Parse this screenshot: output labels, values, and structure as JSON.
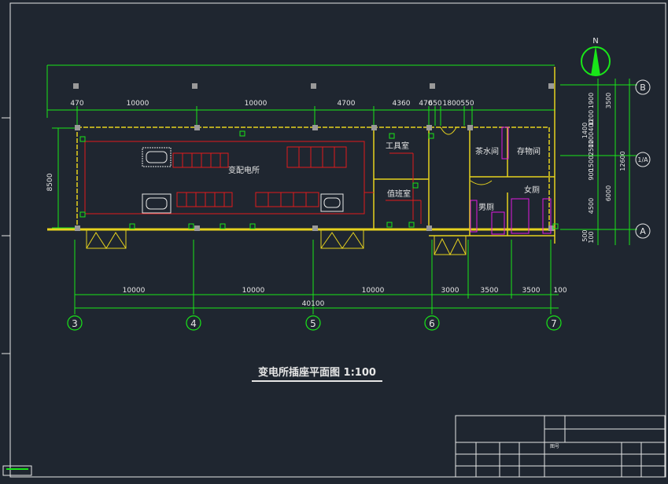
{
  "drawing": {
    "title": "变电所插座平面图 1:100",
    "north_label": "N",
    "rooms": {
      "main_hall": "变配电所",
      "tool_room": "工具室",
      "duty_room": "值班室",
      "tea_room": "茶水间",
      "storage_room": "存物间",
      "mens_toilet": "男厕",
      "womens_toilet": "女厕"
    },
    "top_dims": [
      "470",
      "10000",
      "10000",
      "4700",
      "4360",
      "470",
      "650",
      "1800",
      "550"
    ],
    "bottom_dims": [
      "10000",
      "10000",
      "10000",
      "3000",
      "3500",
      "3500",
      "100"
    ],
    "total_dim": "40100",
    "left_dim": "8500",
    "right_dims_inner": [
      "1900",
      "1200",
      "400",
      "1400",
      "1200",
      "2500",
      "1500",
      "900",
      "4500",
      "100",
      "500"
    ],
    "right_dims_outer": [
      "3500",
      "6000",
      "12600"
    ],
    "column_axes": [
      "3",
      "4",
      "5",
      "6",
      "7"
    ],
    "row_axes": [
      "B",
      "1/A",
      "A"
    ],
    "title_block_text": "图号"
  },
  "colors": {
    "background": "#1f2630",
    "line_white": "#e6e6e6",
    "dimension_green": "#19e619",
    "wall_yellow": "#e6d21e",
    "circuit_red": "#e01b1b",
    "fixture_magenta": "#e01be0"
  }
}
